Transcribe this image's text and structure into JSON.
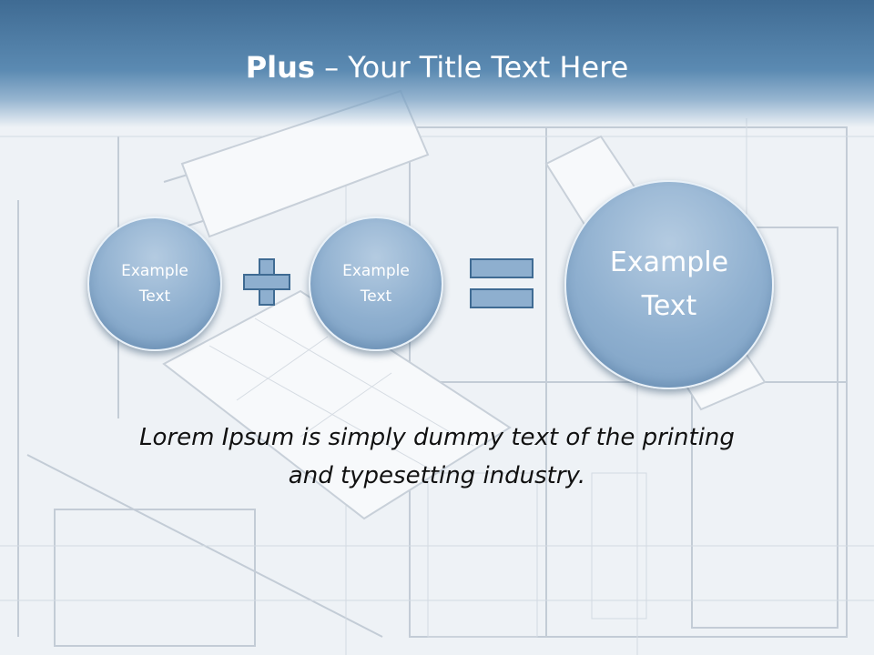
{
  "slide": {
    "title_bold": "Plus",
    "title_rest": " – Your Title Text Here",
    "circles": [
      {
        "label": "Example\nText"
      },
      {
        "label": "Example\nText"
      },
      {
        "label": "Example\nText"
      }
    ],
    "operators": [
      "plus-icon",
      "equals-icon"
    ],
    "body_text": "Lorem Ipsum is simply dummy text of the printing\nand typesetting industry.",
    "colors": {
      "header": "#3f6b93",
      "circle_fill": "#8eafcf",
      "operator_stroke": "#3f6b93",
      "text": "#111111"
    }
  }
}
